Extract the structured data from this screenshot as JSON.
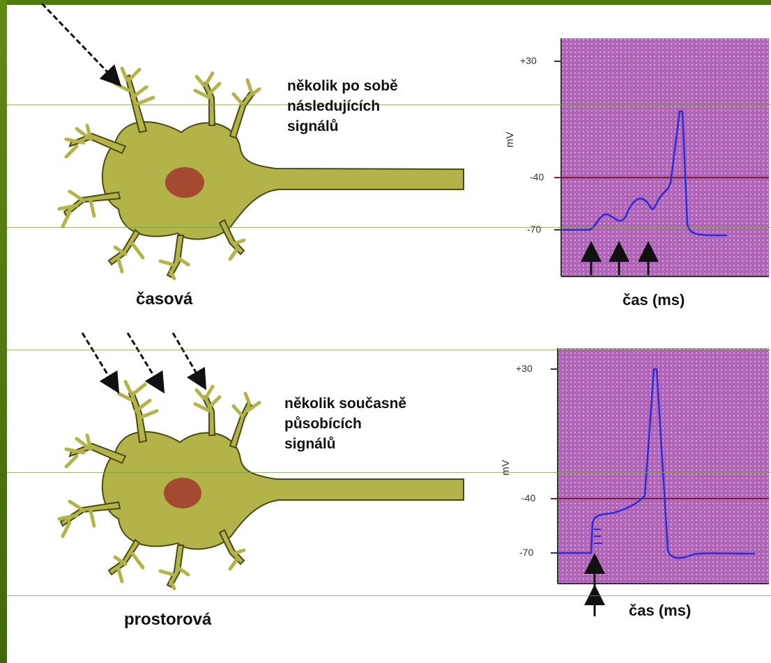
{
  "panels": [
    {
      "title": "časová",
      "description_lines": [
        "několik po sobě",
        "následujících",
        "signálů"
      ],
      "x_label": "čas (ms)",
      "y_label": "mV",
      "y_ticks": [
        "+30",
        "-40",
        "-70"
      ]
    },
    {
      "title": "prostorová",
      "description_lines": [
        "několik současně",
        "působících",
        "signálů"
      ],
      "x_label": "čas (ms)",
      "y_label": "mV",
      "y_ticks": [
        "+30",
        "-40",
        "-70"
      ]
    }
  ],
  "colors": {
    "frame": "#4f7a0e",
    "neuron_fill": "#b2b44a",
    "nucleus_fill": "#a34a30",
    "plot_bg": "#b064b8",
    "trace": "#2b2bd8",
    "threshold_line": "#7a1f3a"
  }
}
